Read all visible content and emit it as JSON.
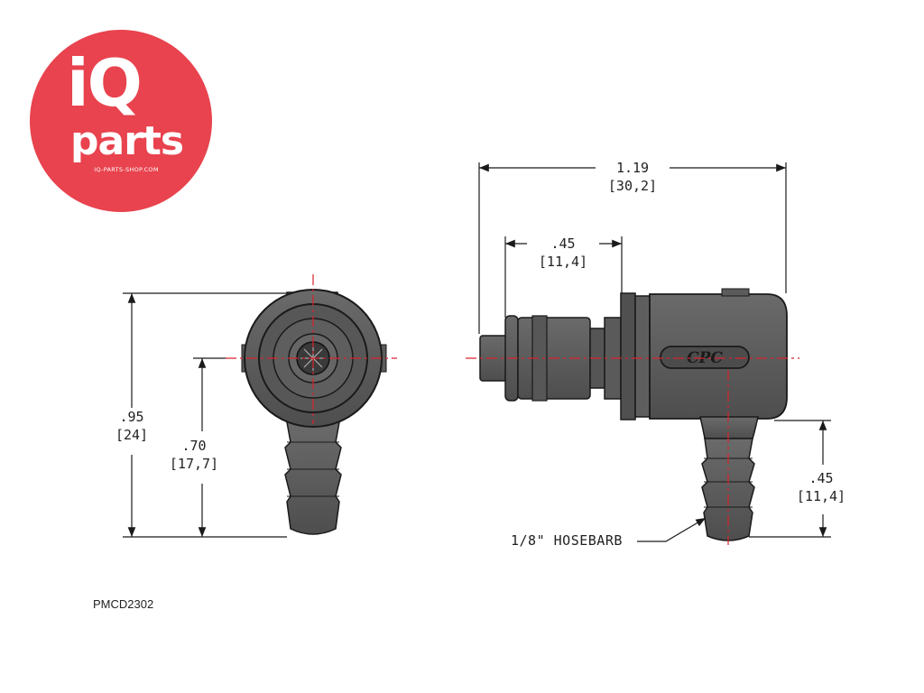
{
  "logo": {
    "brand_top": "iQ",
    "brand_bottom": "parts",
    "url": "IQ-PARTS-SHOP.COM",
    "color": "#e8434e"
  },
  "part_code": "PMCD2302",
  "dimensions": {
    "overall_height": {
      "inch": ".95",
      "mm": "[24]"
    },
    "center_height": {
      "inch": ".70",
      "mm": "[17,7]"
    },
    "overall_length": {
      "inch": "1.19",
      "mm": "[30,2]"
    },
    "stem_length": {
      "inch": ".45",
      "mm": "[11,4]"
    },
    "barb_height": {
      "inch": ".45",
      "mm": "[11,4]"
    }
  },
  "body_logo": "CPC",
  "callout": "1/8\" HOSEBARB",
  "colors": {
    "centerline": "#d9232e",
    "line": "#1a1a1a",
    "body": "#5b5b5b"
  }
}
